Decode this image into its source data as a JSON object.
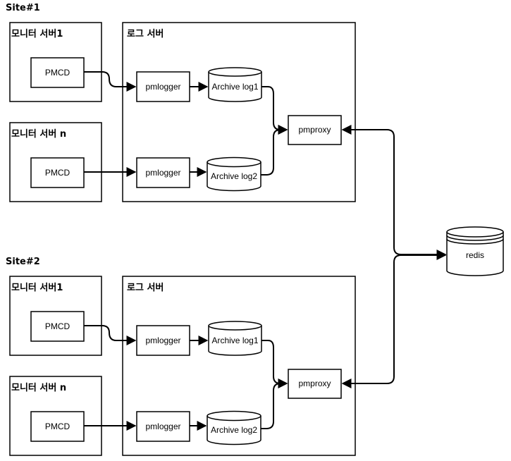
{
  "sites": [
    {
      "label": "Site#1",
      "monitor_servers": [
        {
          "title": "모니터 서버1",
          "node": "PMCD"
        },
        {
          "title": "모니터 서버 n",
          "node": "PMCD"
        }
      ],
      "log_server": {
        "title": "로그 서버",
        "loggers": [
          "pmlogger",
          "pmlogger"
        ],
        "archives": [
          "Archive log1",
          "Archive log2"
        ],
        "proxy": "pmproxy"
      }
    },
    {
      "label": "Site#2",
      "monitor_servers": [
        {
          "title": "모니터 서버1",
          "node": "PMCD"
        },
        {
          "title": "모니터 서버 n",
          "node": "PMCD"
        }
      ],
      "log_server": {
        "title": "로그 서버",
        "loggers": [
          "pmlogger",
          "pmlogger"
        ],
        "archives": [
          "Archive log1",
          "Archive log2"
        ],
        "proxy": "pmproxy"
      }
    }
  ],
  "datastore": {
    "label": "redis"
  }
}
